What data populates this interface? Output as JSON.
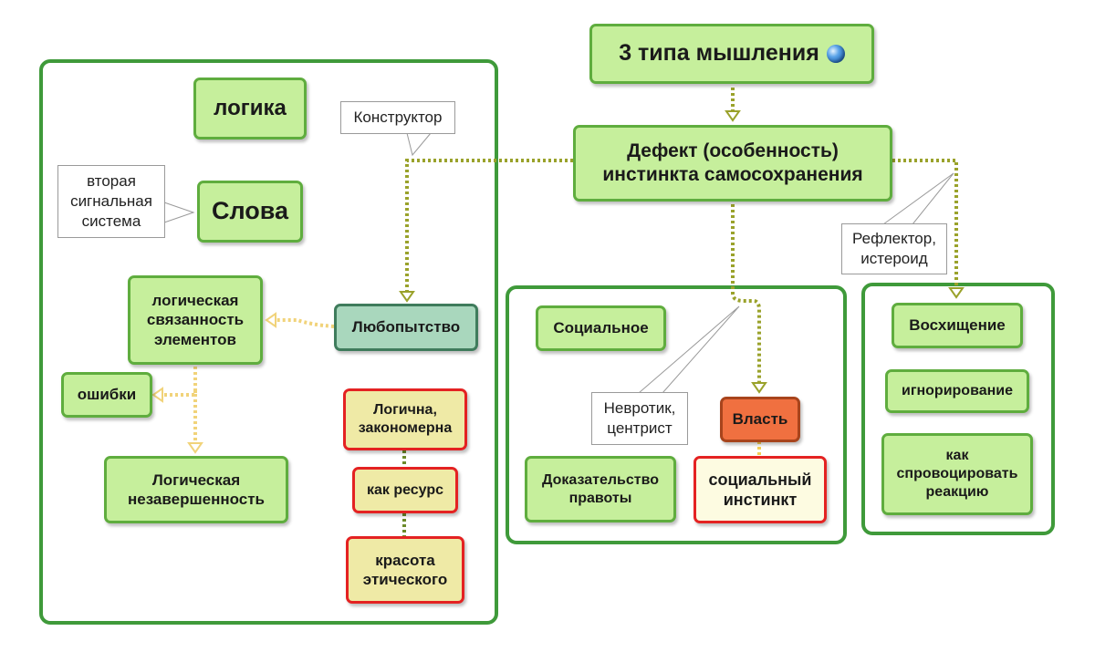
{
  "root": {
    "label": "3 типа мышления",
    "icon": "globe-icon"
  },
  "defect": {
    "label": "Дефект (особенность)\nинстинкта самосохранения"
  },
  "callouts": {
    "constructor": "Конструктор",
    "reflector": "Рефлектор,\nистероид",
    "neurotic": "Невротик,\nцентрист",
    "second_signal": "вторая\nсигнальная\nсистема"
  },
  "left_group": {
    "logic": "логика",
    "words": "Слова",
    "logical_coherence": "логическая\nсвязанность\nэлементов",
    "errors": "ошибки",
    "logical_incompleteness": "Логическая\nнезавершенность",
    "curiosity": "Любопытство",
    "logical_regular": "Логична,\nзакономерна",
    "as_resource": "как ресурс",
    "ethical_beauty": "красота\nэтического"
  },
  "middle_group": {
    "social": "Социальное",
    "power": "Власть",
    "proof": "Доказательство\nправоты",
    "social_instinct": "социальный\nинстинкт"
  },
  "right_group": {
    "admiration": "Восхищение",
    "ignoring": "игнорирование",
    "provoke": "как\nспровоцировать\nреакцию"
  },
  "colors": {
    "group_border": "#3f9a3a",
    "node_fill": "#c6ef9c",
    "node_border": "#5fad3e",
    "highlight_border": "#e42222",
    "curiosity_fill": "#a9d7bd",
    "power_fill": "#f07040",
    "dotted_connector": "#9aa22b",
    "light_connector": "#f1d37a"
  }
}
